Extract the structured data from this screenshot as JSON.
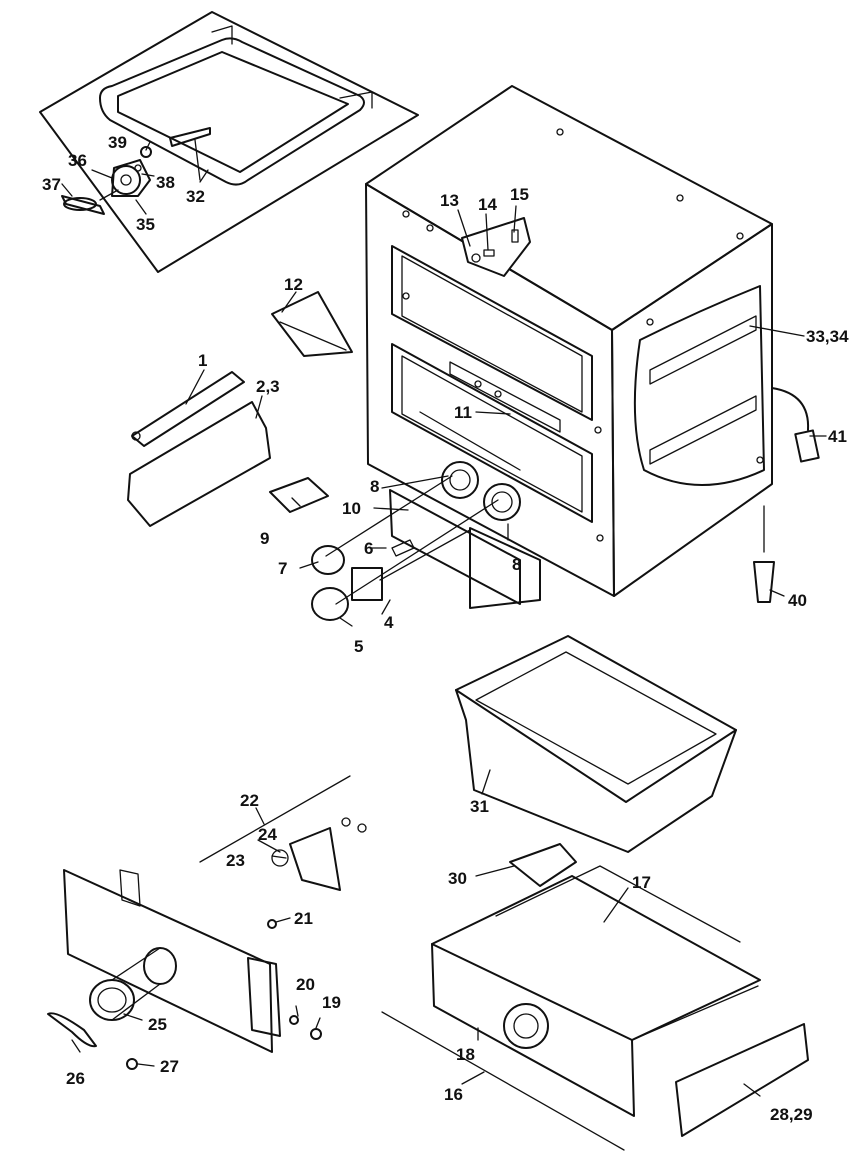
{
  "callouts": [
    {
      "id": "c1",
      "text": "1"
    },
    {
      "id": "c23",
      "text": "2,3"
    },
    {
      "id": "c4",
      "text": "4"
    },
    {
      "id": "c5",
      "text": "5"
    },
    {
      "id": "c6",
      "text": "6"
    },
    {
      "id": "c7",
      "text": "7"
    },
    {
      "id": "c8a",
      "text": "8"
    },
    {
      "id": "c8b",
      "text": "8"
    },
    {
      "id": "c9",
      "text": "9"
    },
    {
      "id": "c10",
      "text": "10"
    },
    {
      "id": "c11",
      "text": "11"
    },
    {
      "id": "c12",
      "text": "12"
    },
    {
      "id": "c13",
      "text": "13"
    },
    {
      "id": "c14",
      "text": "14"
    },
    {
      "id": "c15",
      "text": "15"
    },
    {
      "id": "c16",
      "text": "16"
    },
    {
      "id": "c17",
      "text": "17"
    },
    {
      "id": "c18",
      "text": "18"
    },
    {
      "id": "c19",
      "text": "19"
    },
    {
      "id": "c20",
      "text": "20"
    },
    {
      "id": "c21",
      "text": "21"
    },
    {
      "id": "c22",
      "text": "22"
    },
    {
      "id": "c23b",
      "text": "23"
    },
    {
      "id": "c24",
      "text": "24"
    },
    {
      "id": "c25",
      "text": "25"
    },
    {
      "id": "c26",
      "text": "26"
    },
    {
      "id": "c27",
      "text": "27"
    },
    {
      "id": "c2829",
      "text": "28,29"
    },
    {
      "id": "c30",
      "text": "30"
    },
    {
      "id": "c31",
      "text": "31"
    },
    {
      "id": "c32",
      "text": "32"
    },
    {
      "id": "c3334",
      "text": "33,34"
    },
    {
      "id": "c35",
      "text": "35"
    },
    {
      "id": "c36",
      "text": "36"
    },
    {
      "id": "c37",
      "text": "37"
    },
    {
      "id": "c38",
      "text": "38"
    },
    {
      "id": "c39",
      "text": "39"
    },
    {
      "id": "c40",
      "text": "40"
    },
    {
      "id": "c41",
      "text": "41"
    }
  ]
}
